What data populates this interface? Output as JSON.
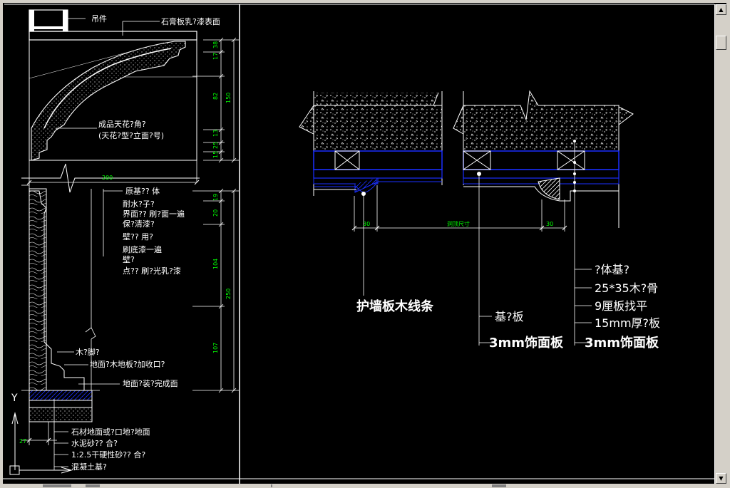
{
  "cad": {
    "left_section": {
      "hanger": "吊件",
      "gypsum_label": "石膏板乳?漆表面",
      "cornice_label_1": "成品天花?角?",
      "cornice_label_2": "(天花?型?立面?号)",
      "dim_width_200": "200",
      "dim_17": "17",
      "dim_38": "38",
      "dim_82": "82",
      "dim_150": "150",
      "dim_13": "13",
      "dim_15": "15",
      "dim_25": "25",
      "base_layer_list": [
        "原基?? 体",
        "耐水?子?",
        "界面?? 刷?面一遍",
        "保?清漆?",
        "壁?? 用?",
        "刷底漆一遍",
        "壁?",
        "点?? 刷?光乳?漆"
      ],
      "dim_20": "20",
      "dim_19": "19",
      "dim_104": "104",
      "dim_250": "250",
      "dim_107": "107",
      "skirting_label": "木?脚?",
      "floor_label": "地面?木地板?加收口?",
      "finish_label": "地面?装?完成面",
      "floor_layers": [
        "石材地面或?口地?地面",
        "水泥砂?? 合?",
        "1:2.5干硬性砂?? 合?",
        "混凝土基?"
      ],
      "dim_27": "27",
      "axis_y": "Y"
    },
    "right_section": {
      "dim_30_left": "30",
      "dim_mid": "洞顶尺寸",
      "dim_30_right": "30",
      "title": "护墙板木线条",
      "mid_labels": [
        "基?板",
        "3mm饰面板"
      ],
      "right_labels": [
        "?体基?",
        "25*35木?骨",
        "9厘板找平",
        "15mm厚?板",
        "3mm饰面板"
      ]
    }
  },
  "colors": {
    "background": "#000000",
    "line": "#ffffff",
    "dimension": "#00ff00",
    "hatch_blue": "#1a2fff",
    "frame": "#d4d0c8"
  }
}
